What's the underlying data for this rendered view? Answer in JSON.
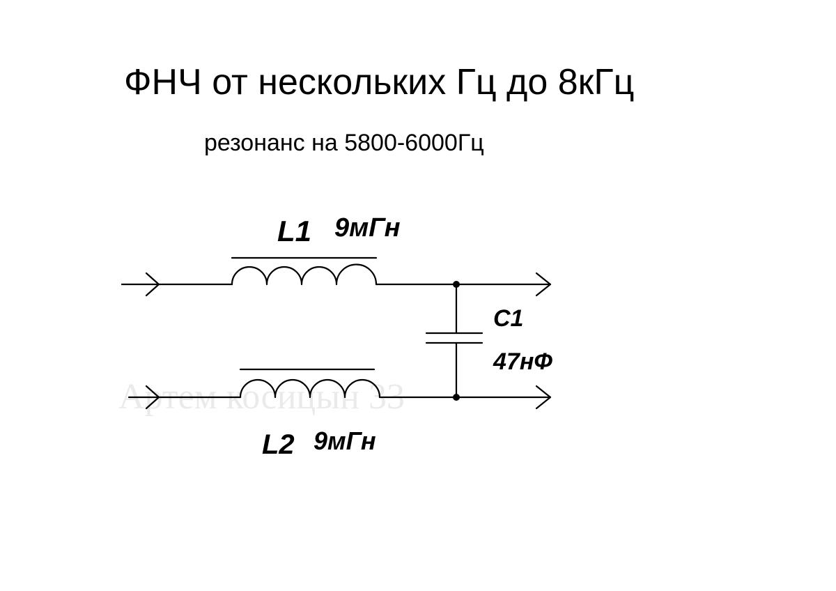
{
  "title": "ФНЧ от нескольких Гц до 8кГц",
  "subtitle": "резонанс на 5800-6000Гц",
  "components": {
    "L1": {
      "ref": "L1",
      "value": "9мГн"
    },
    "L2": {
      "ref": "L2",
      "value": "9мГн"
    },
    "C1": {
      "ref": "C1",
      "value": "47нФ"
    }
  },
  "watermark": "Артем косицын 33",
  "colors": {
    "line": "#000000",
    "background": "#ffffff"
  }
}
